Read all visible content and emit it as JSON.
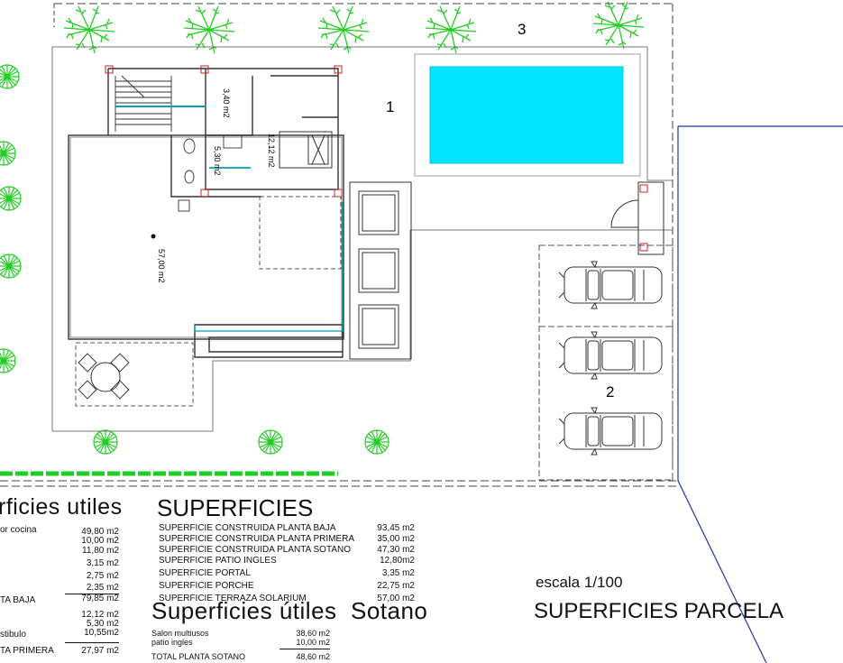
{
  "zones": [
    "1",
    "2",
    "3"
  ],
  "rooms": {
    "stair_area": "3,40 m2",
    "bedroom_area": "12,12 m2",
    "bath_area": "5,30 m2",
    "terrace_area": "57,00 m2"
  },
  "left_table": {
    "title": "rficies utiles",
    "rows": [
      {
        "label": "or cocina",
        "value": "49,80 m2"
      },
      {
        "label": "",
        "value": "10,00 m2"
      },
      {
        "label": "",
        "value": "11,80 m2"
      },
      {
        "label": "",
        "value": "3,15 m2"
      },
      {
        "label": "",
        "value": "2,75 m2"
      },
      {
        "label": "",
        "value": "2,35 m2"
      },
      {
        "label": "TA BAJA",
        "value": "79,85 m2"
      },
      {
        "label": "",
        "value": "12,12 m2"
      },
      {
        "label": "",
        "value": "5,30 m2"
      },
      {
        "label": "stibulo",
        "value": "10,55m2"
      },
      {
        "label": "TA PRIMERA",
        "value": "27,97 m2"
      }
    ]
  },
  "superficies": {
    "title": "SUPERFICIES",
    "rows": [
      {
        "label": "SUPERFICIE CONSTRUIDA PLANTA BAJA",
        "value": "93,45 m2"
      },
      {
        "label": "SUPERFICIE CONSTRUIDA PLANTA PRIMERA",
        "value": "35,00 m2"
      },
      {
        "label": "SUPERFICIE CONSTRUIDA PLANTA SOTANO",
        "value": "47,30 m2"
      },
      {
        "label": "SUPERFICIE PATIO INGLES",
        "value": "12,80m2"
      },
      {
        "label": "SUPERFICIE PORTAL",
        "value": "3,35 m2"
      },
      {
        "label": "SUPERFICIE PORCHE",
        "value": "22,75 m2"
      },
      {
        "label": "SUPERFICIE TERRAZA SOLARIUM",
        "value": "57,00 m2"
      }
    ]
  },
  "sotano": {
    "title": "Superficies útiles  Sotano",
    "rows": [
      {
        "label": "Salon multiusos",
        "value": "38,60 m2"
      },
      {
        "label": "patio ingles",
        "value": "10,00 m2"
      },
      {
        "label": "TOTAL PLANTA SOTANO",
        "value": "48,60 m2"
      }
    ]
  },
  "scale": "escala 1/100",
  "parcel_title": "SUPERFICIES PARCELA",
  "colors": {
    "pool": "#00e5ff",
    "vegetation": "#22cc22",
    "walls": "#333333",
    "water_pipe": "#00a0b0",
    "boundary": "#2233aa",
    "column": "#cc2222"
  }
}
